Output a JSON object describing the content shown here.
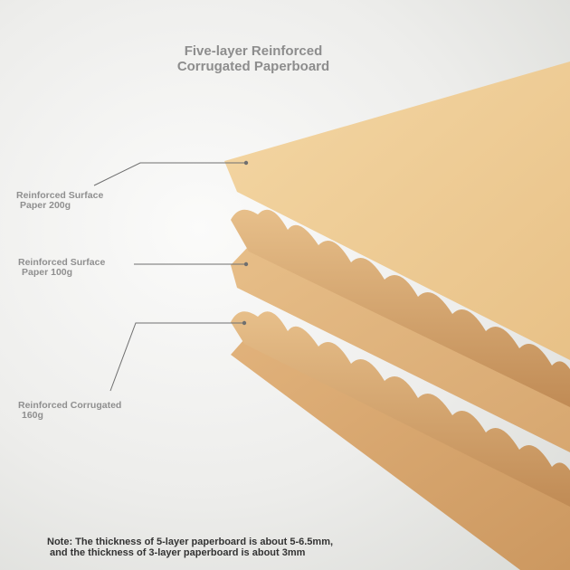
{
  "title": {
    "line1": "Five-layer Reinforced",
    "line2": "Corrugated Paperboard"
  },
  "labels": [
    {
      "line1": "Reinforced Surface",
      "line2": "Paper 200g"
    },
    {
      "line1": "Reinforced Surface",
      "line2": "Paper 100g"
    },
    {
      "line1": "Reinforced Corrugated",
      "line2": "160g"
    }
  ],
  "note": {
    "line1": "Note: The thickness of 5-layer paperboard is about 5-6.5mm,",
    "line2": "and the thickness of 3-layer paperboard is about 3mm"
  },
  "colors": {
    "top_sheet": "#eecb93",
    "middle_sheet": "#dfb37c",
    "bottom_sheet": "#d9a66e",
    "flute": "#d2a069",
    "leader_line": "#6f6f6f"
  }
}
